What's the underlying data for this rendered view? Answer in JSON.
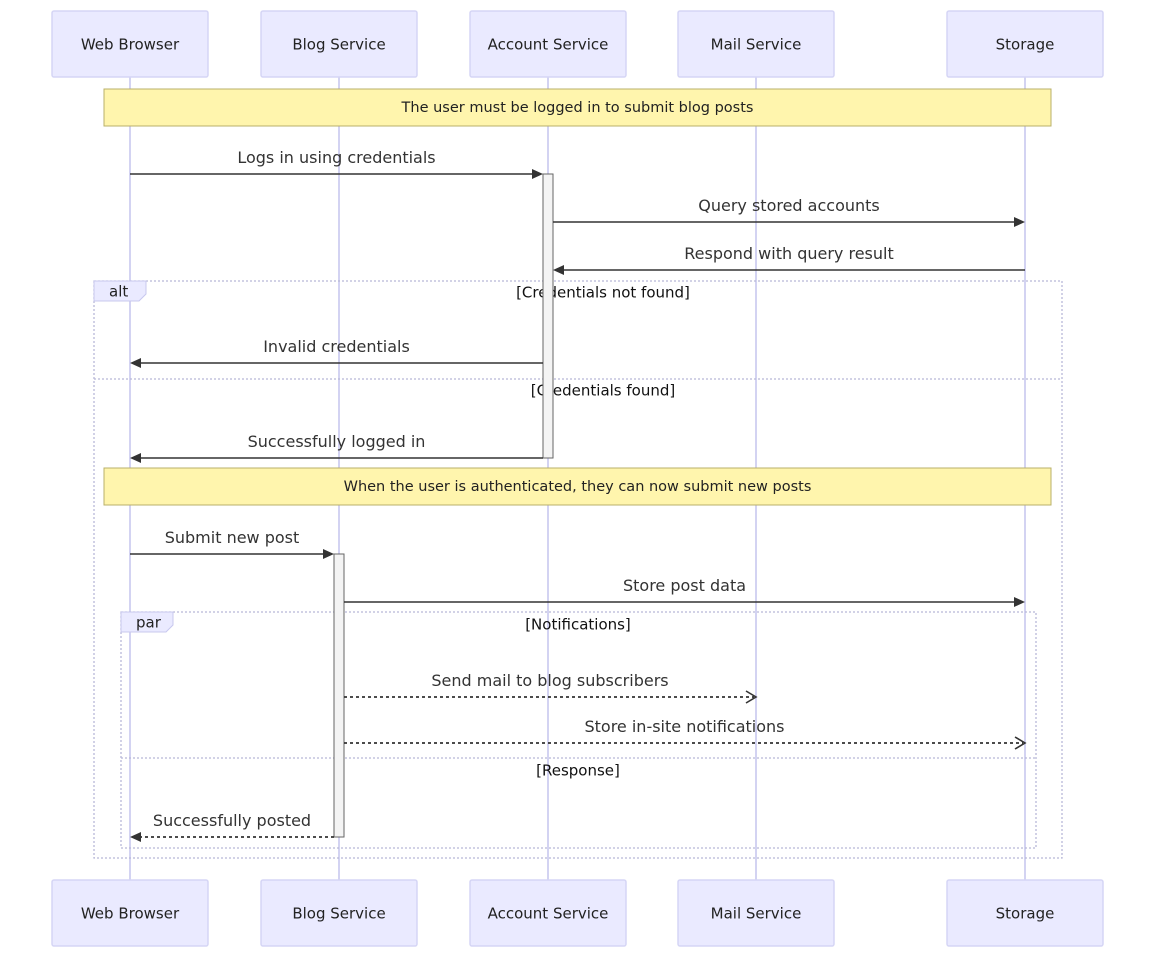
{
  "participants": [
    {
      "id": "browser",
      "label": "Web Browser"
    },
    {
      "id": "blog",
      "label": "Blog Service"
    },
    {
      "id": "account",
      "label": "Account Service"
    },
    {
      "id": "mail",
      "label": "Mail Service"
    },
    {
      "id": "storage",
      "label": "Storage"
    }
  ],
  "notes": [
    {
      "text": "The user must be logged in to submit blog posts",
      "from": "browser",
      "to": "storage"
    },
    {
      "text": "When the user is authenticated, they can now submit new posts",
      "from": "browser",
      "to": "storage"
    }
  ],
  "messages": [
    {
      "from": "browser",
      "to": "account",
      "label": "Logs in using credentials",
      "style": "solid"
    },
    {
      "from": "account",
      "to": "storage",
      "label": "Query stored accounts",
      "style": "solid"
    },
    {
      "from": "storage",
      "to": "account",
      "label": "Respond with query result",
      "style": "solid"
    },
    {
      "from": "account",
      "to": "browser",
      "label": "Invalid credentials",
      "style": "solid"
    },
    {
      "from": "account",
      "to": "browser",
      "label": "Successfully logged in",
      "style": "solid"
    },
    {
      "from": "browser",
      "to": "blog",
      "label": "Submit new post",
      "style": "solid"
    },
    {
      "from": "blog",
      "to": "storage",
      "label": "Store post data",
      "style": "solid"
    },
    {
      "from": "blog",
      "to": "mail",
      "label": "Send mail to blog subscribers",
      "style": "dashed-open"
    },
    {
      "from": "blog",
      "to": "storage",
      "label": "Store in-site notifications",
      "style": "dashed-open"
    },
    {
      "from": "blog",
      "to": "browser",
      "label": "Successfully posted",
      "style": "dashed"
    }
  ],
  "fragments": [
    {
      "kind": "alt",
      "conditions": [
        "[Credentials not found]",
        "[Credentials found]"
      ]
    },
    {
      "kind": "par",
      "conditions": [
        "[Notifications]",
        "[Response]"
      ]
    }
  ],
  "activations": [
    {
      "participant": "account"
    },
    {
      "participant": "blog"
    }
  ]
}
